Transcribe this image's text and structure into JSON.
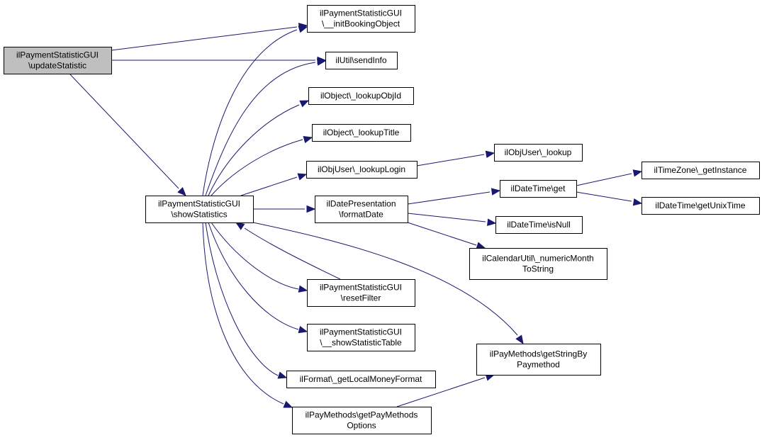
{
  "nodes": {
    "updateStatistic": {
      "lines": [
        "ilPaymentStatisticGUI",
        "\\updateStatistic"
      ],
      "root": true
    },
    "initBookingObject": {
      "lines": [
        "ilPaymentStatisticGUI",
        "\\__initBookingObject"
      ]
    },
    "sendInfo": {
      "lines": [
        "ilUtil\\sendInfo"
      ]
    },
    "lookupObjId": {
      "lines": [
        "ilObject\\_lookupObjId"
      ]
    },
    "lookupTitle": {
      "lines": [
        "ilObject\\_lookupTitle"
      ]
    },
    "lookupLogin": {
      "lines": [
        "ilObjUser\\_lookupLogin"
      ]
    },
    "showStatistics": {
      "lines": [
        "ilPaymentStatisticGUI",
        "\\showStatistics"
      ]
    },
    "formatDate": {
      "lines": [
        "ilDatePresentation",
        "\\formatDate"
      ]
    },
    "resetFilter": {
      "lines": [
        "ilPaymentStatisticGUI",
        "\\resetFilter"
      ]
    },
    "showStatisticTable": {
      "lines": [
        "ilPaymentStatisticGUI",
        "\\__showStatisticTable"
      ]
    },
    "getLocalMoneyFormat": {
      "lines": [
        "ilFormat\\_getLocalMoneyFormat"
      ]
    },
    "getPayMethodsOptions": {
      "lines": [
        "ilPayMethods\\getPayMethods",
        "Options"
      ]
    },
    "objUserLookup": {
      "lines": [
        "ilObjUser\\_lookup"
      ]
    },
    "dateTimeGet": {
      "lines": [
        "ilDateTime\\get"
      ]
    },
    "dateTimeIsNull": {
      "lines": [
        "ilDateTime\\isNull"
      ]
    },
    "numericMonthToString": {
      "lines": [
        "ilCalendarUtil\\_numericMonth",
        "ToString"
      ]
    },
    "getStringByPaymethod": {
      "lines": [
        "ilPayMethods\\getStringBy",
        "Paymethod"
      ]
    },
    "timeZoneGetInstance": {
      "lines": [
        "ilTimeZone\\_getInstance"
      ]
    },
    "getUnixTime": {
      "lines": [
        "ilDateTime\\getUnixTime"
      ]
    }
  },
  "edges": [
    [
      "updateStatistic",
      "initBookingObject"
    ],
    [
      "updateStatistic",
      "sendInfo"
    ],
    [
      "updateStatistic",
      "showStatistics"
    ],
    [
      "showStatistics",
      "initBookingObject"
    ],
    [
      "showStatistics",
      "sendInfo"
    ],
    [
      "showStatistics",
      "lookupObjId"
    ],
    [
      "showStatistics",
      "lookupTitle"
    ],
    [
      "showStatistics",
      "lookupLogin"
    ],
    [
      "showStatistics",
      "formatDate"
    ],
    [
      "showStatistics",
      "resetFilter"
    ],
    [
      "resetFilter",
      "showStatistics"
    ],
    [
      "showStatistics",
      "showStatisticTable"
    ],
    [
      "showStatistics",
      "getLocalMoneyFormat"
    ],
    [
      "showStatistics",
      "getPayMethodsOptions"
    ],
    [
      "showStatistics",
      "getStringByPaymethod"
    ],
    [
      "lookupLogin",
      "objUserLookup"
    ],
    [
      "formatDate",
      "dateTimeGet"
    ],
    [
      "formatDate",
      "dateTimeIsNull"
    ],
    [
      "formatDate",
      "numericMonthToString"
    ],
    [
      "getPayMethodsOptions",
      "getStringByPaymethod"
    ],
    [
      "dateTimeGet",
      "timeZoneGetInstance"
    ],
    [
      "dateTimeGet",
      "getUnixTime"
    ]
  ],
  "colors": {
    "edge": "#191970",
    "root_fill": "#bfbfbf",
    "node_fill": "#ffffff",
    "border": "#000000"
  }
}
